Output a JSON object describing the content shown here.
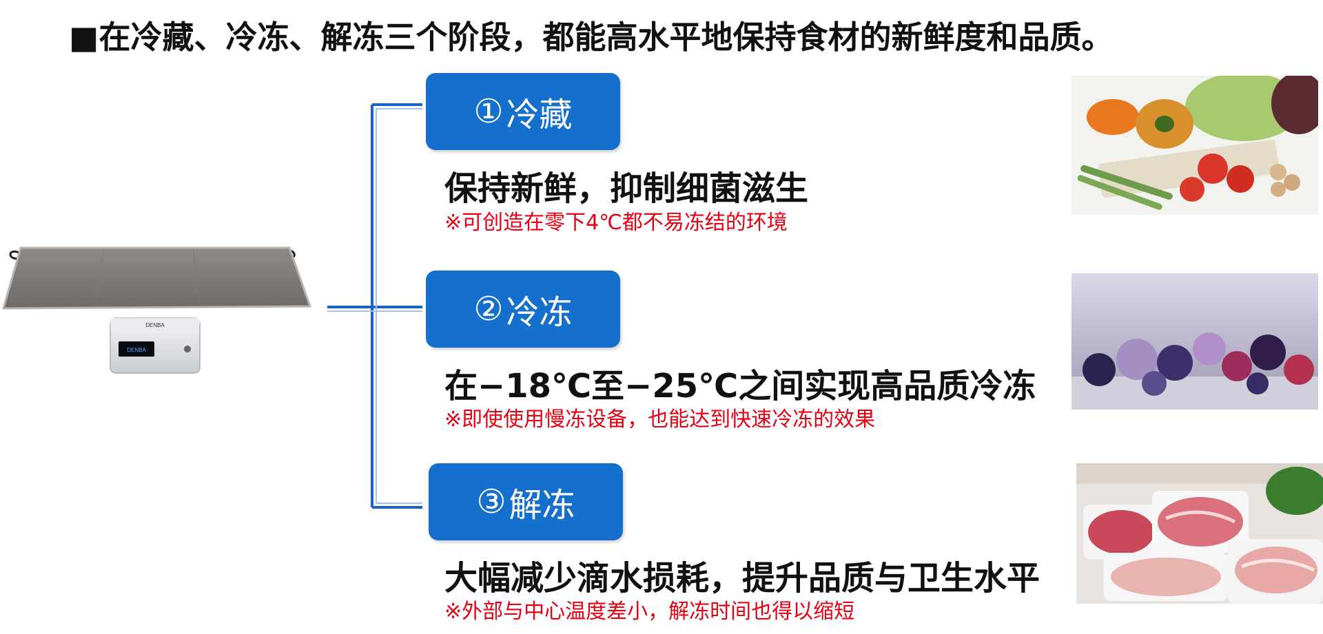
{
  "headline": {
    "bullet": "■",
    "text": "在冷藏、冷冻、解冻三个阶段，都能高水平地保持食材的新鲜度和品质。"
  },
  "device": {
    "brand": "DENBA",
    "screen_text": "DENBA"
  },
  "stages": [
    {
      "number": "①",
      "label": "冷藏",
      "description": "保持新鲜，抑制细菌滋生",
      "note": "※可创造在零下4℃都不易冻结的环境",
      "image_icon": "vegetables-photo"
    },
    {
      "number": "②",
      "label": "冷冻",
      "description": "在−18℃至−25℃之间实现高品质冷冻",
      "note": "※即使使用慢冻设备，也能达到快速冷冻的效果",
      "image_icon": "frozen-berries-photo"
    },
    {
      "number": "③",
      "label": "解冻",
      "description": "大幅减少滴水损耗，提升品质与卫生水平",
      "note": "※外部与中心温度差小，解冻时间也得以缩短",
      "image_icon": "raw-meat-photo"
    }
  ],
  "colors": {
    "accent_blue": "#1570cd",
    "note_red": "#e60012",
    "text_dark": "#111111"
  }
}
